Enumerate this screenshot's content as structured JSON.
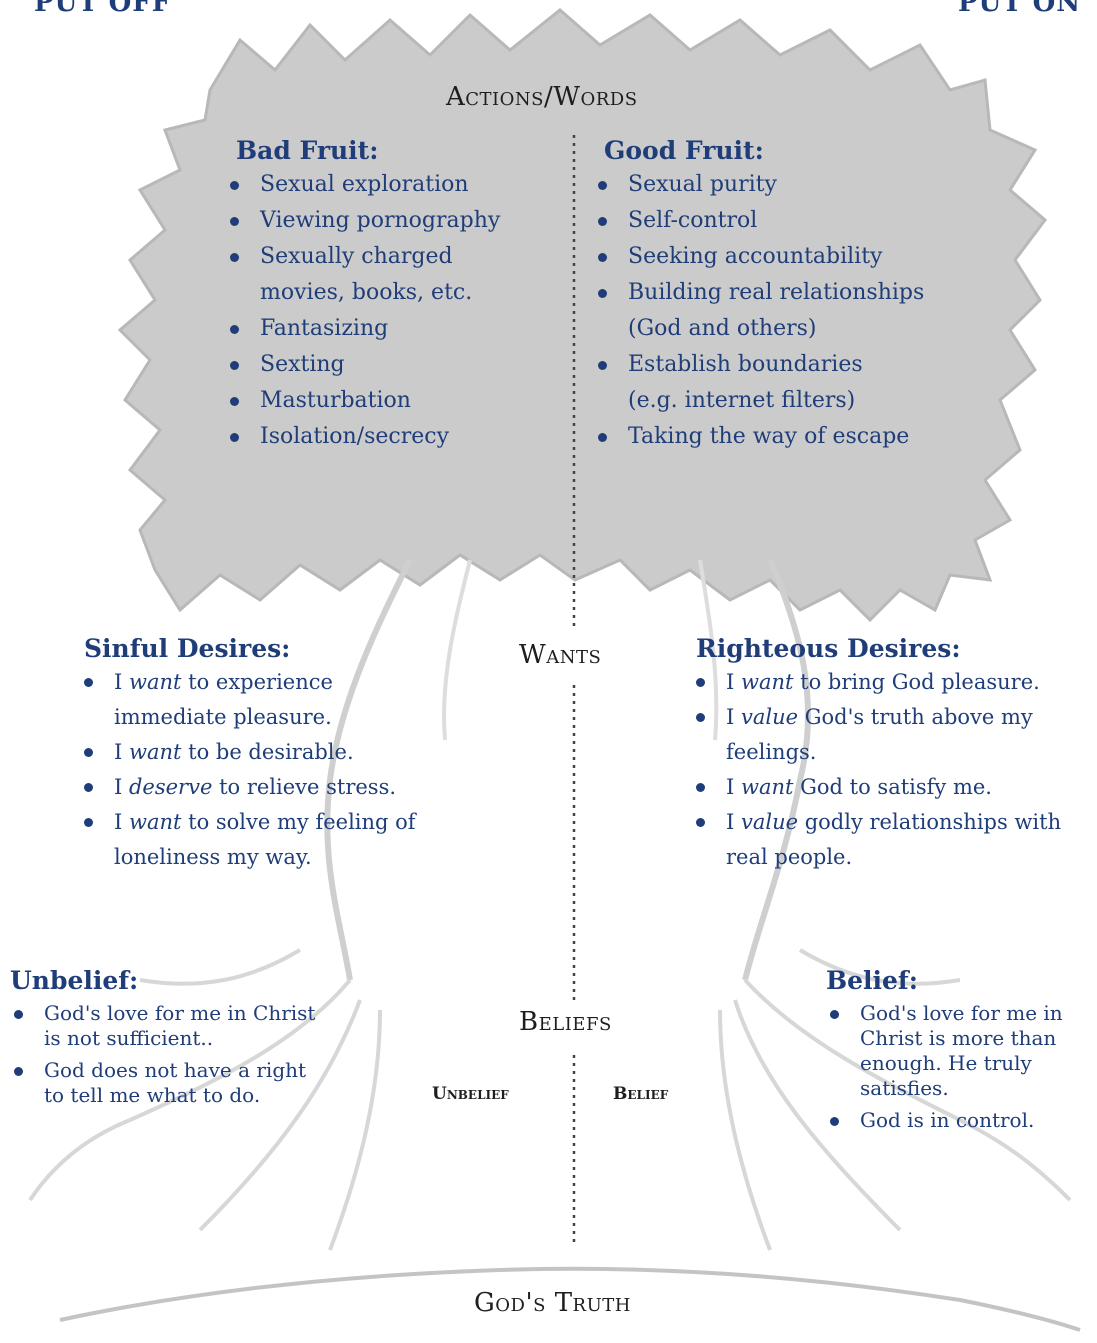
{
  "corners": {
    "left": "Put Off",
    "right": "Put On"
  },
  "levels": {
    "actions": "Actions/Words",
    "wants": "Wants",
    "beliefs": "Beliefs",
    "truth": "God's Truth"
  },
  "sub_labels": {
    "unbelief": "Unbelief",
    "belief": "Belief"
  },
  "bad_fruit": {
    "heading": "Bad Fruit:",
    "items": [
      "Sexual exploration",
      "Viewing pornography",
      "Sexually charged movies, books, etc.",
      "Fantasizing",
      "Sexting",
      "Masturbation",
      "Isolation/secrecy"
    ]
  },
  "good_fruit": {
    "heading": "Good Fruit:",
    "items": [
      "Sexual purity",
      "Self-control",
      "Seeking accountability",
      "Building real relationships (God and others)",
      "Establish boundaries (e.g. internet filters)",
      "Taking the way of escape"
    ]
  },
  "sinful_desires": {
    "heading": "Sinful Desires:",
    "items": [
      {
        "pre": "I ",
        "em": "want",
        "post": " to experience immediate pleasure."
      },
      {
        "pre": "I ",
        "em": "want",
        "post": " to be desirable."
      },
      {
        "pre": "I ",
        "em": "deserve",
        "post": " to relieve stress."
      },
      {
        "pre": "I ",
        "em": "want",
        "post": " to solve my feeling of loneliness my way."
      }
    ]
  },
  "righteous_desires": {
    "heading": "Righteous Desires:",
    "items": [
      {
        "pre": "I ",
        "em": "want",
        "post": " to bring God pleasure."
      },
      {
        "pre": "I ",
        "em": "value",
        "post": " God's truth above my feelings."
      },
      {
        "pre": "I ",
        "em": "want",
        "post": " God to satisfy me."
      },
      {
        "pre": "I ",
        "em": "value",
        "post": " godly relationships with real people."
      }
    ]
  },
  "unbelief": {
    "heading": "Unbelief:",
    "items": [
      "God's love for me in Christ is not sufficient..",
      "God does not have a right to tell me what to do."
    ]
  },
  "belief": {
    "heading": "Belief:",
    "items": [
      "God's love for me in Christ is more than enough. He truly satisfies.",
      "God is in control."
    ]
  },
  "colors": {
    "text_blue": "#1f3d78",
    "canopy": "#cccccc",
    "outline": "#b5b5b5"
  }
}
